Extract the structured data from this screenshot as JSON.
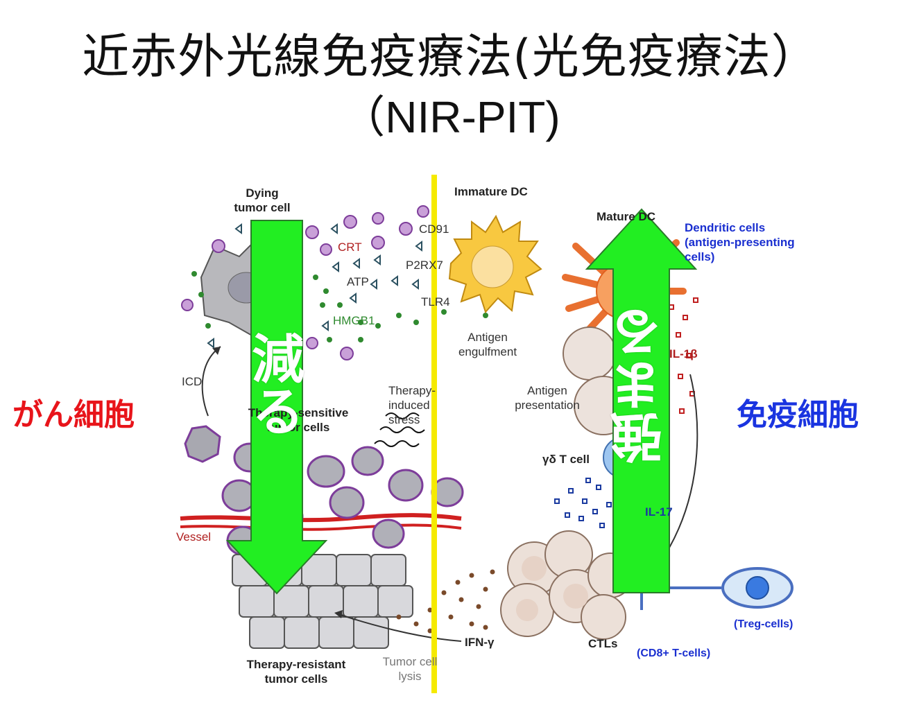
{
  "title": "近赤外光線免疫療法(光免疫療法）",
  "subtitle": "（NIR-PIT)",
  "left_label": "がん細胞",
  "right_label": "免疫細胞",
  "arrow_down_text": "減る",
  "arrow_up_text": "強まる",
  "labels": {
    "dying_tumor_cell": "Dying\ntumor cell",
    "immature_dc": "Immature DC",
    "mature_dc": "Mature DC",
    "dendritic_cells": "Dendritic cells\n(antigen-presenting\ncells)",
    "crt": "CRT",
    "atp": "ATP",
    "hmgb1": "HMGB1",
    "cd91": "CD91",
    "p2rx7": "P2RX7",
    "tlr4": "TLR4",
    "antigen_engulfment": "Antigen\nengulfment",
    "antigen_presentation": "Antigen\npresentation",
    "il1b": "IL-1β",
    "icd": "ICD",
    "therapy_sensitive": "Therapy-sensitive\ntumor cells",
    "therapy_induced_stress": "Therapy-\ninduced\nstress",
    "gd_t_cell": "γδ T cell",
    "il17": "IL-17",
    "vessel": "Vessel",
    "ifn_g": "IFN-γ",
    "ctls": "CTLs",
    "treg": "(Treg-cells)",
    "cd8": "(CD8+ T-cells)",
    "tumor_cell_lysis": "Tumor cell\nlysis",
    "therapy_resistant": "Therapy-resistant\ntumor cells"
  },
  "colors": {
    "left_label": "#e8141a",
    "right_label": "#1a34e0",
    "arrow": "#22ee22",
    "divider": "#f5ea00"
  }
}
